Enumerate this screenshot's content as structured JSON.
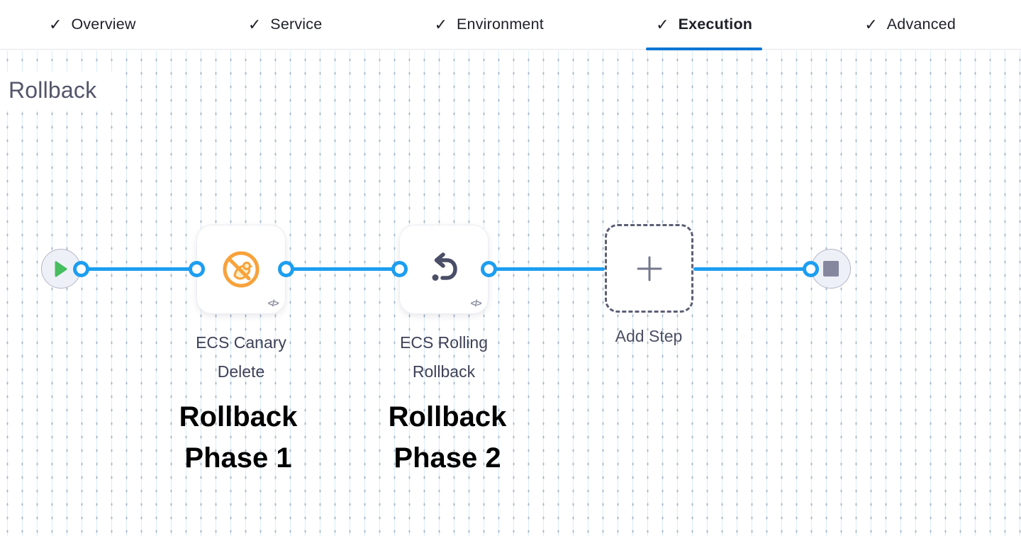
{
  "tabs": {
    "check_icon": "✓",
    "items": [
      {
        "label": "Overview",
        "checked": true,
        "active": false
      },
      {
        "label": "Service",
        "checked": true,
        "active": false
      },
      {
        "label": "Environment",
        "checked": true,
        "active": false
      },
      {
        "label": "Execution",
        "checked": true,
        "active": true
      },
      {
        "label": "Advanced",
        "checked": true,
        "active": false
      }
    ]
  },
  "stage": {
    "title": "Rollback"
  },
  "pipeline": {
    "start_node": {
      "icon": "play-icon"
    },
    "end_node": {
      "icon": "stop-icon"
    },
    "steps": [
      {
        "name": "ECS Canary Delete",
        "name_lines": [
          "ECS Canary",
          "Delete"
        ],
        "icon": "canary-delete-icon",
        "code_glyph": "</>",
        "annotation_lines": [
          "Rollback",
          "Phase 1"
        ]
      },
      {
        "name": "ECS Rolling Rollback",
        "name_lines": [
          "ECS Rolling",
          "Rollback"
        ],
        "icon": "rolling-rollback-icon",
        "code_glyph": "</>",
        "annotation_lines": [
          "Rollback",
          "Phase 2"
        ]
      }
    ],
    "add_step": {
      "label": "Add Step",
      "icon": "plus-icon"
    }
  },
  "colors": {
    "edge_blue": "#1d9ef0",
    "active_tab_underline": "#0a76d3",
    "play_green": "#46bd5f",
    "canary_orange": "#f8a23b",
    "canary_pale_fill": "#fbedc4",
    "icon_slate": "#4a4e66",
    "node_fill": "#eef0f7",
    "stop_gray": "#85879f",
    "text_dark": "#1f2028",
    "heading_slate": "#53556a",
    "label_slate": "#3e4157",
    "grid_line_blue": "#badef4"
  }
}
